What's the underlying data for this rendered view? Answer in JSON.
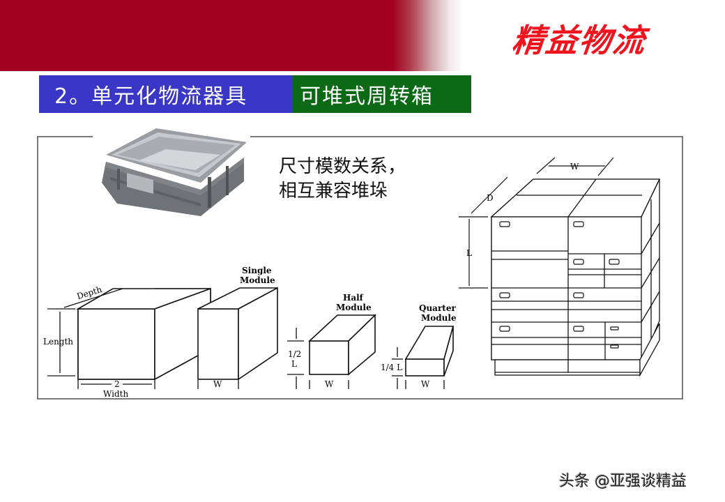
{
  "header": {
    "brand_logo_text": "精益物流",
    "colors": {
      "band": "#a30022",
      "brand": "#f0141e"
    }
  },
  "title": {
    "section": "2。单元化物流器具",
    "subtopic": "可堆式周转箱",
    "colors": {
      "section_bg": "#3a37c6",
      "subtopic_bg": "#0c6a16"
    }
  },
  "figure": {
    "note_line1": "尺寸模数关系，",
    "note_line2": "相互兼容堆垛",
    "module_diagram": {
      "depth_label": "Depth",
      "length_label": "Length",
      "width_multiplier": "2",
      "width_label": "Width",
      "single_module_title_1": "Single",
      "single_module_title_2": "Module",
      "w_label": "W",
      "half_module_title_1": "Half",
      "half_module_title_2": "Module",
      "half_length_1": "1/2",
      "half_length_2": "L",
      "quarter_module_title_1": "Quarter",
      "quarter_module_title_2": "Module",
      "quarter_length": "1/4 L"
    },
    "pallet_diagram": {
      "w_label": "W",
      "d_label": "D",
      "l_label": "L"
    }
  },
  "footer": {
    "watermark": "头条 @亚强谈精益"
  }
}
